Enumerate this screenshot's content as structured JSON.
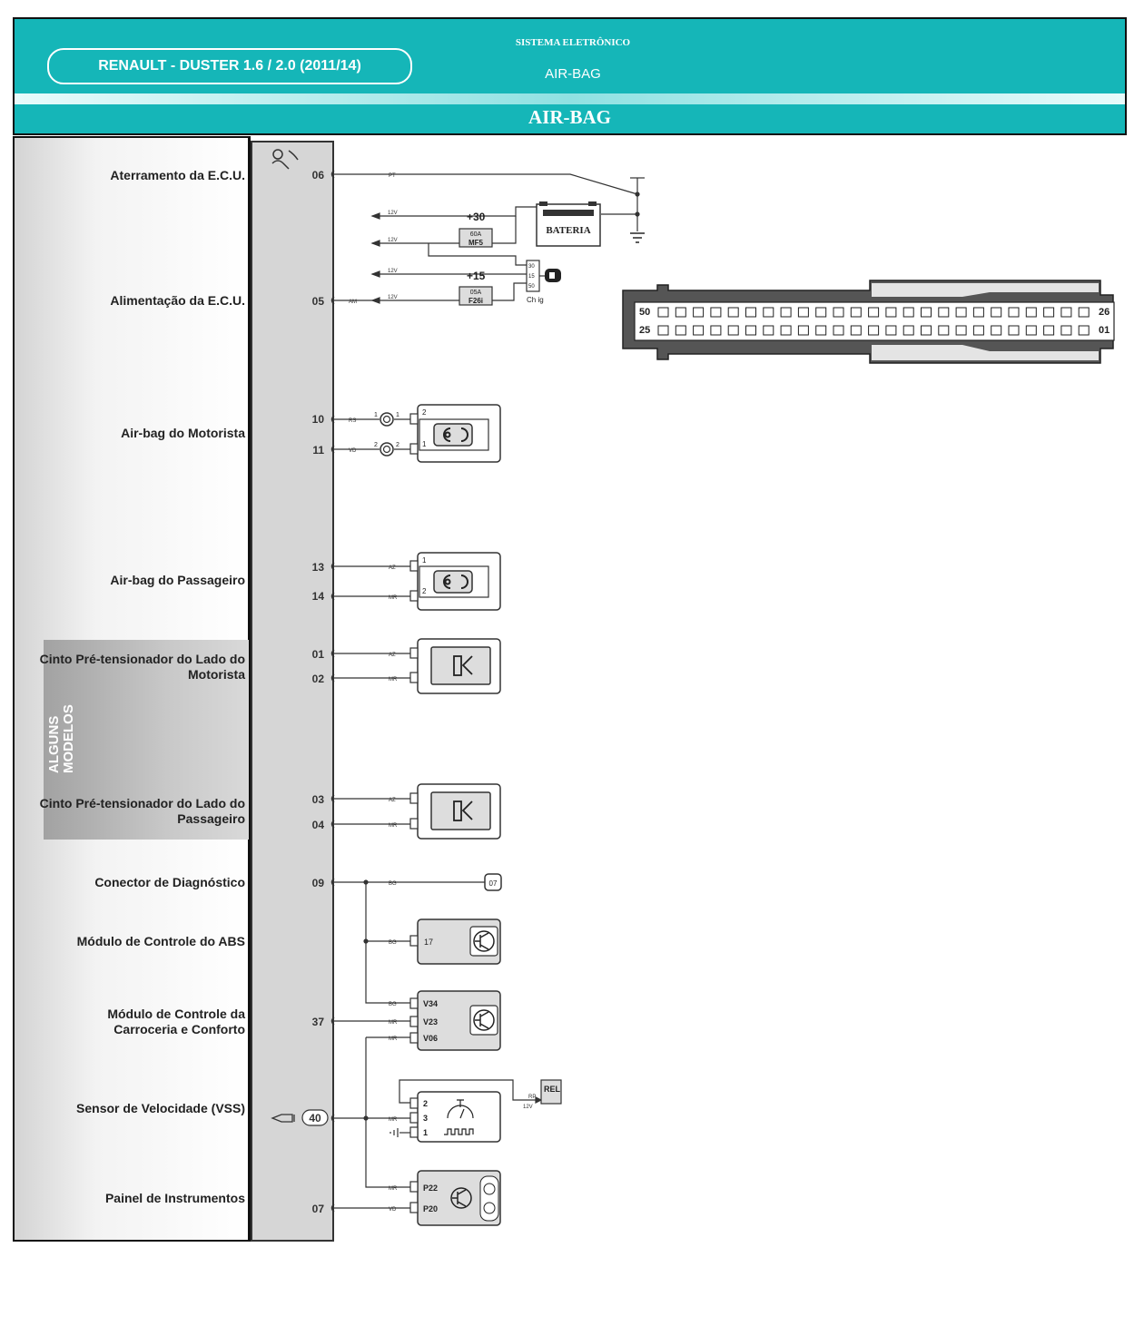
{
  "header": {
    "model": "RENAULT - DUSTER 1.6 / 2.0 (2011/14)",
    "system": "SISTEMA ELETRÔNICO",
    "subtitle": "AIR-BAG",
    "section_title": "AIR-BAG"
  },
  "optional_label": "ALGUNS MODELOS",
  "rows": [
    {
      "label": "Aterramento da E.C.U.",
      "pins": [
        "06"
      ]
    },
    {
      "label": "Alimentação da E.C.U.",
      "pins": [
        "05"
      ]
    },
    {
      "label": "Air-bag do Motorista",
      "pins": [
        "10",
        "11"
      ]
    },
    {
      "label": "Air-bag do Passageiro",
      "pins": [
        "13",
        "14"
      ]
    },
    {
      "label": "Cinto Pré-tensionador do Lado do Motorista",
      "pins": [
        "01",
        "02"
      ]
    },
    {
      "label": "Cinto Pré-tensionador do Lado do Passageiro",
      "pins": [
        "03",
        "04"
      ]
    },
    {
      "label": "Conector de Diagnóstico",
      "pins": [
        "09"
      ]
    },
    {
      "label": "Módulo de Controle do ABS",
      "pins": []
    },
    {
      "label": "Módulo de Controle da Carroceria e Conforto",
      "pins": [
        "37"
      ]
    },
    {
      "label": "Sensor de Velocidade (VSS)",
      "pins": [
        "40"
      ]
    },
    {
      "label": "Painel de Instrumentos",
      "pins": [
        "07"
      ]
    }
  ],
  "power": {
    "plus30": "+30",
    "plus15": "+15",
    "voltage": "12V",
    "battery": "BATERIA",
    "fuse1_amp": "60A",
    "fuse1_name": "MF5",
    "fuse2_amp": "05A",
    "fuse2_name": "F26i",
    "ignition_pins": [
      "30",
      "15",
      "50"
    ],
    "ignition_label": "Ch ig"
  },
  "wires": {
    "pt": "PT",
    "am": "AM",
    "rs": "RS",
    "vd": "VD",
    "az": "AZ",
    "mr": "MR",
    "bg": "BG",
    "rp": "RP"
  },
  "connector": {
    "top_left": "50",
    "top_right": "26",
    "bottom_left": "25",
    "bottom_right": "01"
  },
  "components": {
    "diag_pin": "07",
    "abs_pin": "17",
    "bcm_pins": [
      "V34",
      "V23",
      "V06"
    ],
    "vss_pins": [
      "2",
      "3",
      "1"
    ],
    "panel_pins": [
      "P22",
      "P20"
    ],
    "relay": "REL",
    "driver_pins": [
      "2",
      "1"
    ],
    "passenger_pins": [
      "1",
      "2"
    ],
    "coil_pins": [
      "1",
      "2"
    ]
  },
  "colors": {
    "header": "#15b6b8",
    "ecu_column": "#d6d6d6",
    "optional_box": "#b0b0b0",
    "connector_body": "#555555"
  }
}
